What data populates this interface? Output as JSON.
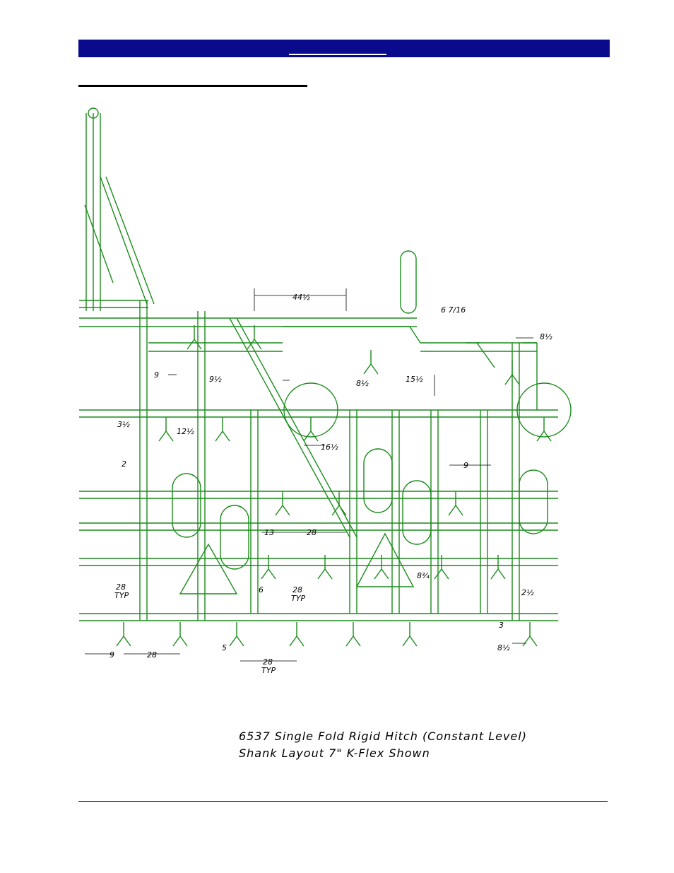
{
  "caption": {
    "line1": "6537 Single Fold Rigid Hitch (Constant Level)",
    "line2": "Shank Layout 7\"   K-Flex Shown"
  },
  "dimensions": {
    "d44": "44½",
    "d6_7_16": "6 7/16",
    "d8_top": "8½",
    "d9a": "9",
    "d9_half": "9½",
    "d8_mid": "8½",
    "d15": "15½",
    "d3": "3½",
    "d12": "12½",
    "d16": "16½",
    "d2": "2",
    "d9b": "9",
    "d13": "13",
    "d28a": "28",
    "d8_3_4": "8¾",
    "d28_typ_left": "28",
    "typ_left": "TYP",
    "d6": "6",
    "d28_typ_mid": "28",
    "typ_mid": "TYP",
    "d2_half": "2½",
    "d3b": "3",
    "d9c": "9",
    "d28b": "28",
    "d5": "5",
    "d28_typ_bottom": "28",
    "typ_bottom": "TYP",
    "d8_bottom": "8½"
  },
  "colors": {
    "header": "#0a0a8c",
    "drawing": "#1a8c1a"
  }
}
